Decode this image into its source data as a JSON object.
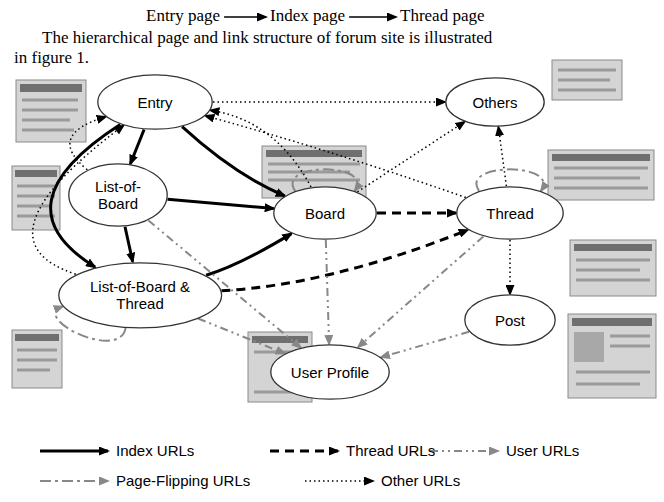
{
  "diagram": {
    "nodes": [
      {
        "text": [
          "Entry"
        ]
      },
      {
        "text": [
          "Others"
        ]
      },
      {
        "text": [
          "List-of- Board"
        ]
      },
      {
        "text": [
          "Board"
        ]
      },
      {
        "text": [
          "Thread"
        ]
      },
      {
        "text": [
          "List-of-Board & Thread"
        ]
      },
      {
        "text": [
          "Post"
        ]
      },
      {
        "text": [
          "User Profile"
        ]
      }
    ],
    "edges": [
      {
        "from": 0,
        "to": 2,
        "arrow": "to"
      },
      {
        "from": 0,
        "to": 5,
        "arrow": "to"
      },
      {
        "from": 0,
        "to": 3,
        "arrow": "to"
      },
      {
        "from": 2,
        "to": 3,
        "arrow": "to"
      },
      {
        "from": 2,
        "to": 5,
        "arrow": "to"
      },
      {
        "from": 5,
        "to": 3,
        "arrow": "to"
      },
      {
        "from": 3,
        "to": 4,
        "arrow": "to"
      },
      {
        "from": 5,
        "to": 4,
        "arrow": "to"
      },
      {
        "from": 2,
        "to": 7,
        "arrow": "to"
      },
      {
        "from": 3,
        "to": 7,
        "arrow": "to"
      },
      {
        "from": 5,
        "to": 7,
        "arrow": "to"
      },
      {
        "from": 4,
        "to": 7,
        "arrow": "to"
      },
      {
        "from": 6,
        "to": 7,
        "arrow": "to"
      },
      {
        "from": 3,
        "to": 3,
        "arrow": "to"
      },
      {
        "from": 4,
        "to": 4,
        "arrow": "to"
      },
      {
        "from": 5,
        "to": 5,
        "arrow": "to"
      },
      {
        "from": 0,
        "to": 1,
        "arrow": "to"
      },
      {
        "from": 3,
        "to": 0,
        "arrow": "to"
      },
      {
        "from": 4,
        "to": 0,
        "arrow": "to"
      },
      {
        "from": 4,
        "to": 1,
        "arrow": "to"
      },
      {
        "from": 4,
        "to": 6,
        "arrow": "to"
      },
      {
        "from": 2,
        "to": 0,
        "arrow": "to"
      },
      {
        "from": 5,
        "to": 0,
        "arrow": "to"
      },
      {
        "from": 3,
        "to": 1,
        "arrow": "to"
      }
    ],
    "labels": [
      "Entry page",
      "Index page",
      "Thread page",
      "The hierarchical page and link structure of forum site is illustrated in figure 1."
    ],
    "legend": [
      {
        "text": "Index URLs"
      },
      {
        "text": "Thread URLs"
      },
      {
        "text": "User URLs"
      },
      {
        "text": "Page-Flipping URLs"
      },
      {
        "text": "Other URLs"
      }
    ]
  }
}
